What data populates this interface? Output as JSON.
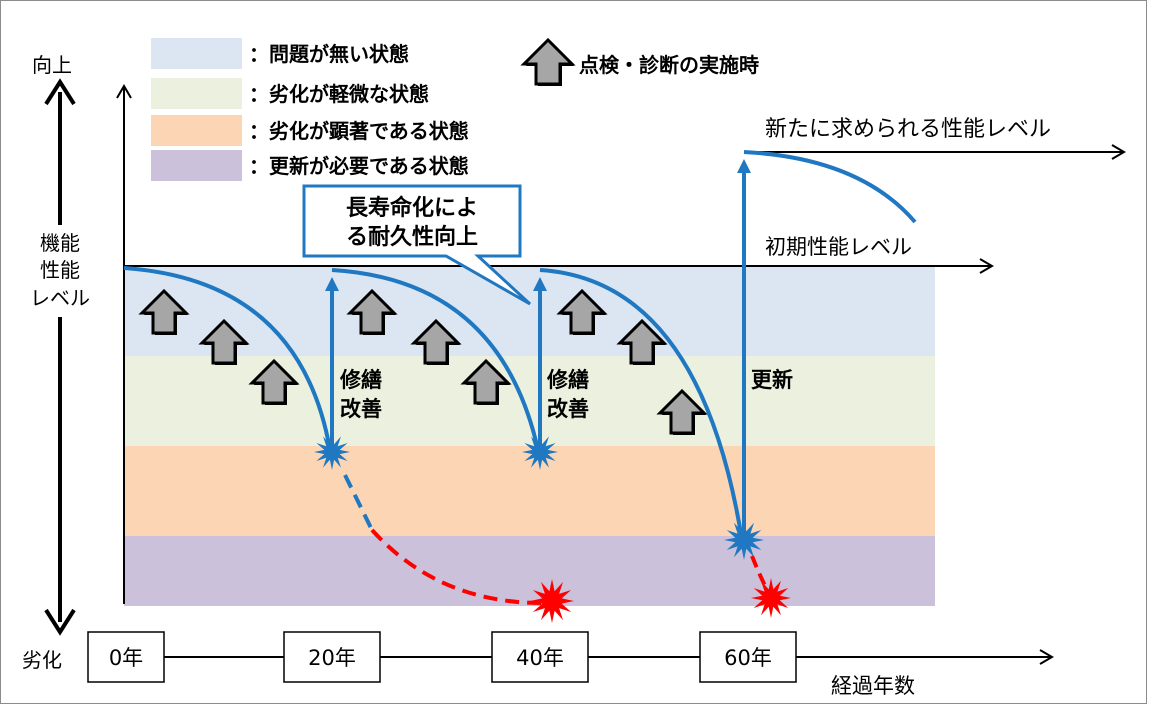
{
  "legend": {
    "items": [
      {
        "label": "：問題が無い状態",
        "color": "#dce6f2"
      },
      {
        "label": "：劣化が軽微な状態",
        "color": "#ebf1de"
      },
      {
        "label": "：劣化が顕著である状態",
        "color": "#fcd5b5"
      },
      {
        "label": "：更新が必要である状態",
        "color": "#ccc1da"
      }
    ],
    "inspection_label": "点検・診断の実施時"
  },
  "axis": {
    "top_label": "向上",
    "bottom_label": "劣化",
    "y_label_lines": [
      "機能",
      "性能",
      "レベル"
    ],
    "x_label": "経過年数",
    "years": [
      "0年",
      "20年",
      "40年",
      "60年"
    ]
  },
  "annotations": {
    "initial_level": "初期性能レベル",
    "new_level": "新たに求められる性能レベル",
    "callout_lines": [
      "長寿命化によ",
      "る耐久性向上"
    ],
    "repair": [
      "修繕",
      "改善"
    ],
    "renewal": "更新"
  },
  "colors": {
    "curve": "#1f78c1",
    "failure": "#ff0000",
    "arrow_fill": "#a6a6a6"
  }
}
